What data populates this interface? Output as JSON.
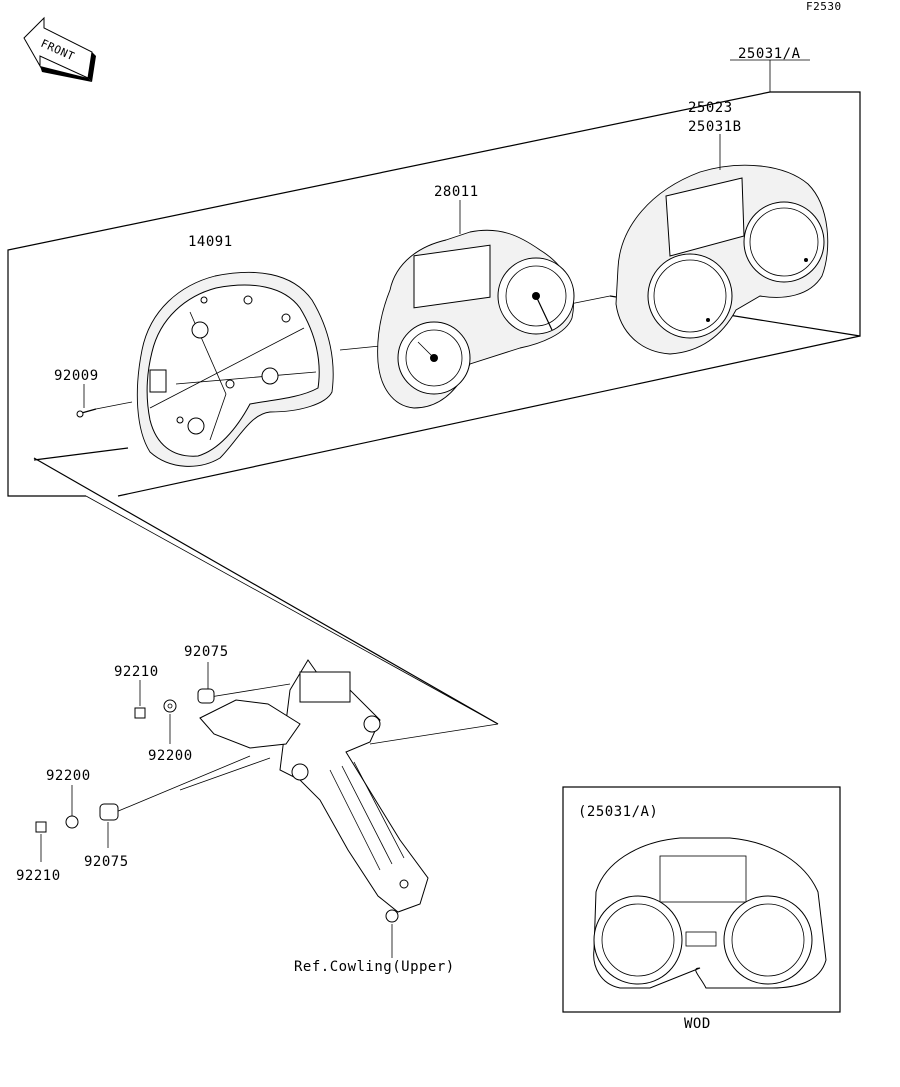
{
  "figure_code": "F2530",
  "front_label": "FRONT",
  "colors": {
    "line": "#000000",
    "background": "#ffffff",
    "panel_fill": "#f2f2f2"
  },
  "parts": {
    "p25031A": "25031/A",
    "p25023": "25023",
    "p25031B": "25031B",
    "p28011": "28011",
    "p14091": "14091",
    "p92009": "92009",
    "p92075_upper": "92075",
    "p92210_upper": "92210",
    "p92200_upper": "92200",
    "p92200_lower": "92200",
    "p92210_lower": "92210",
    "p92075_lower": "92075"
  },
  "ref_label": "Ref.Cowling(Upper)",
  "inset": {
    "title": "(25031/A)",
    "caption": "WOD"
  }
}
